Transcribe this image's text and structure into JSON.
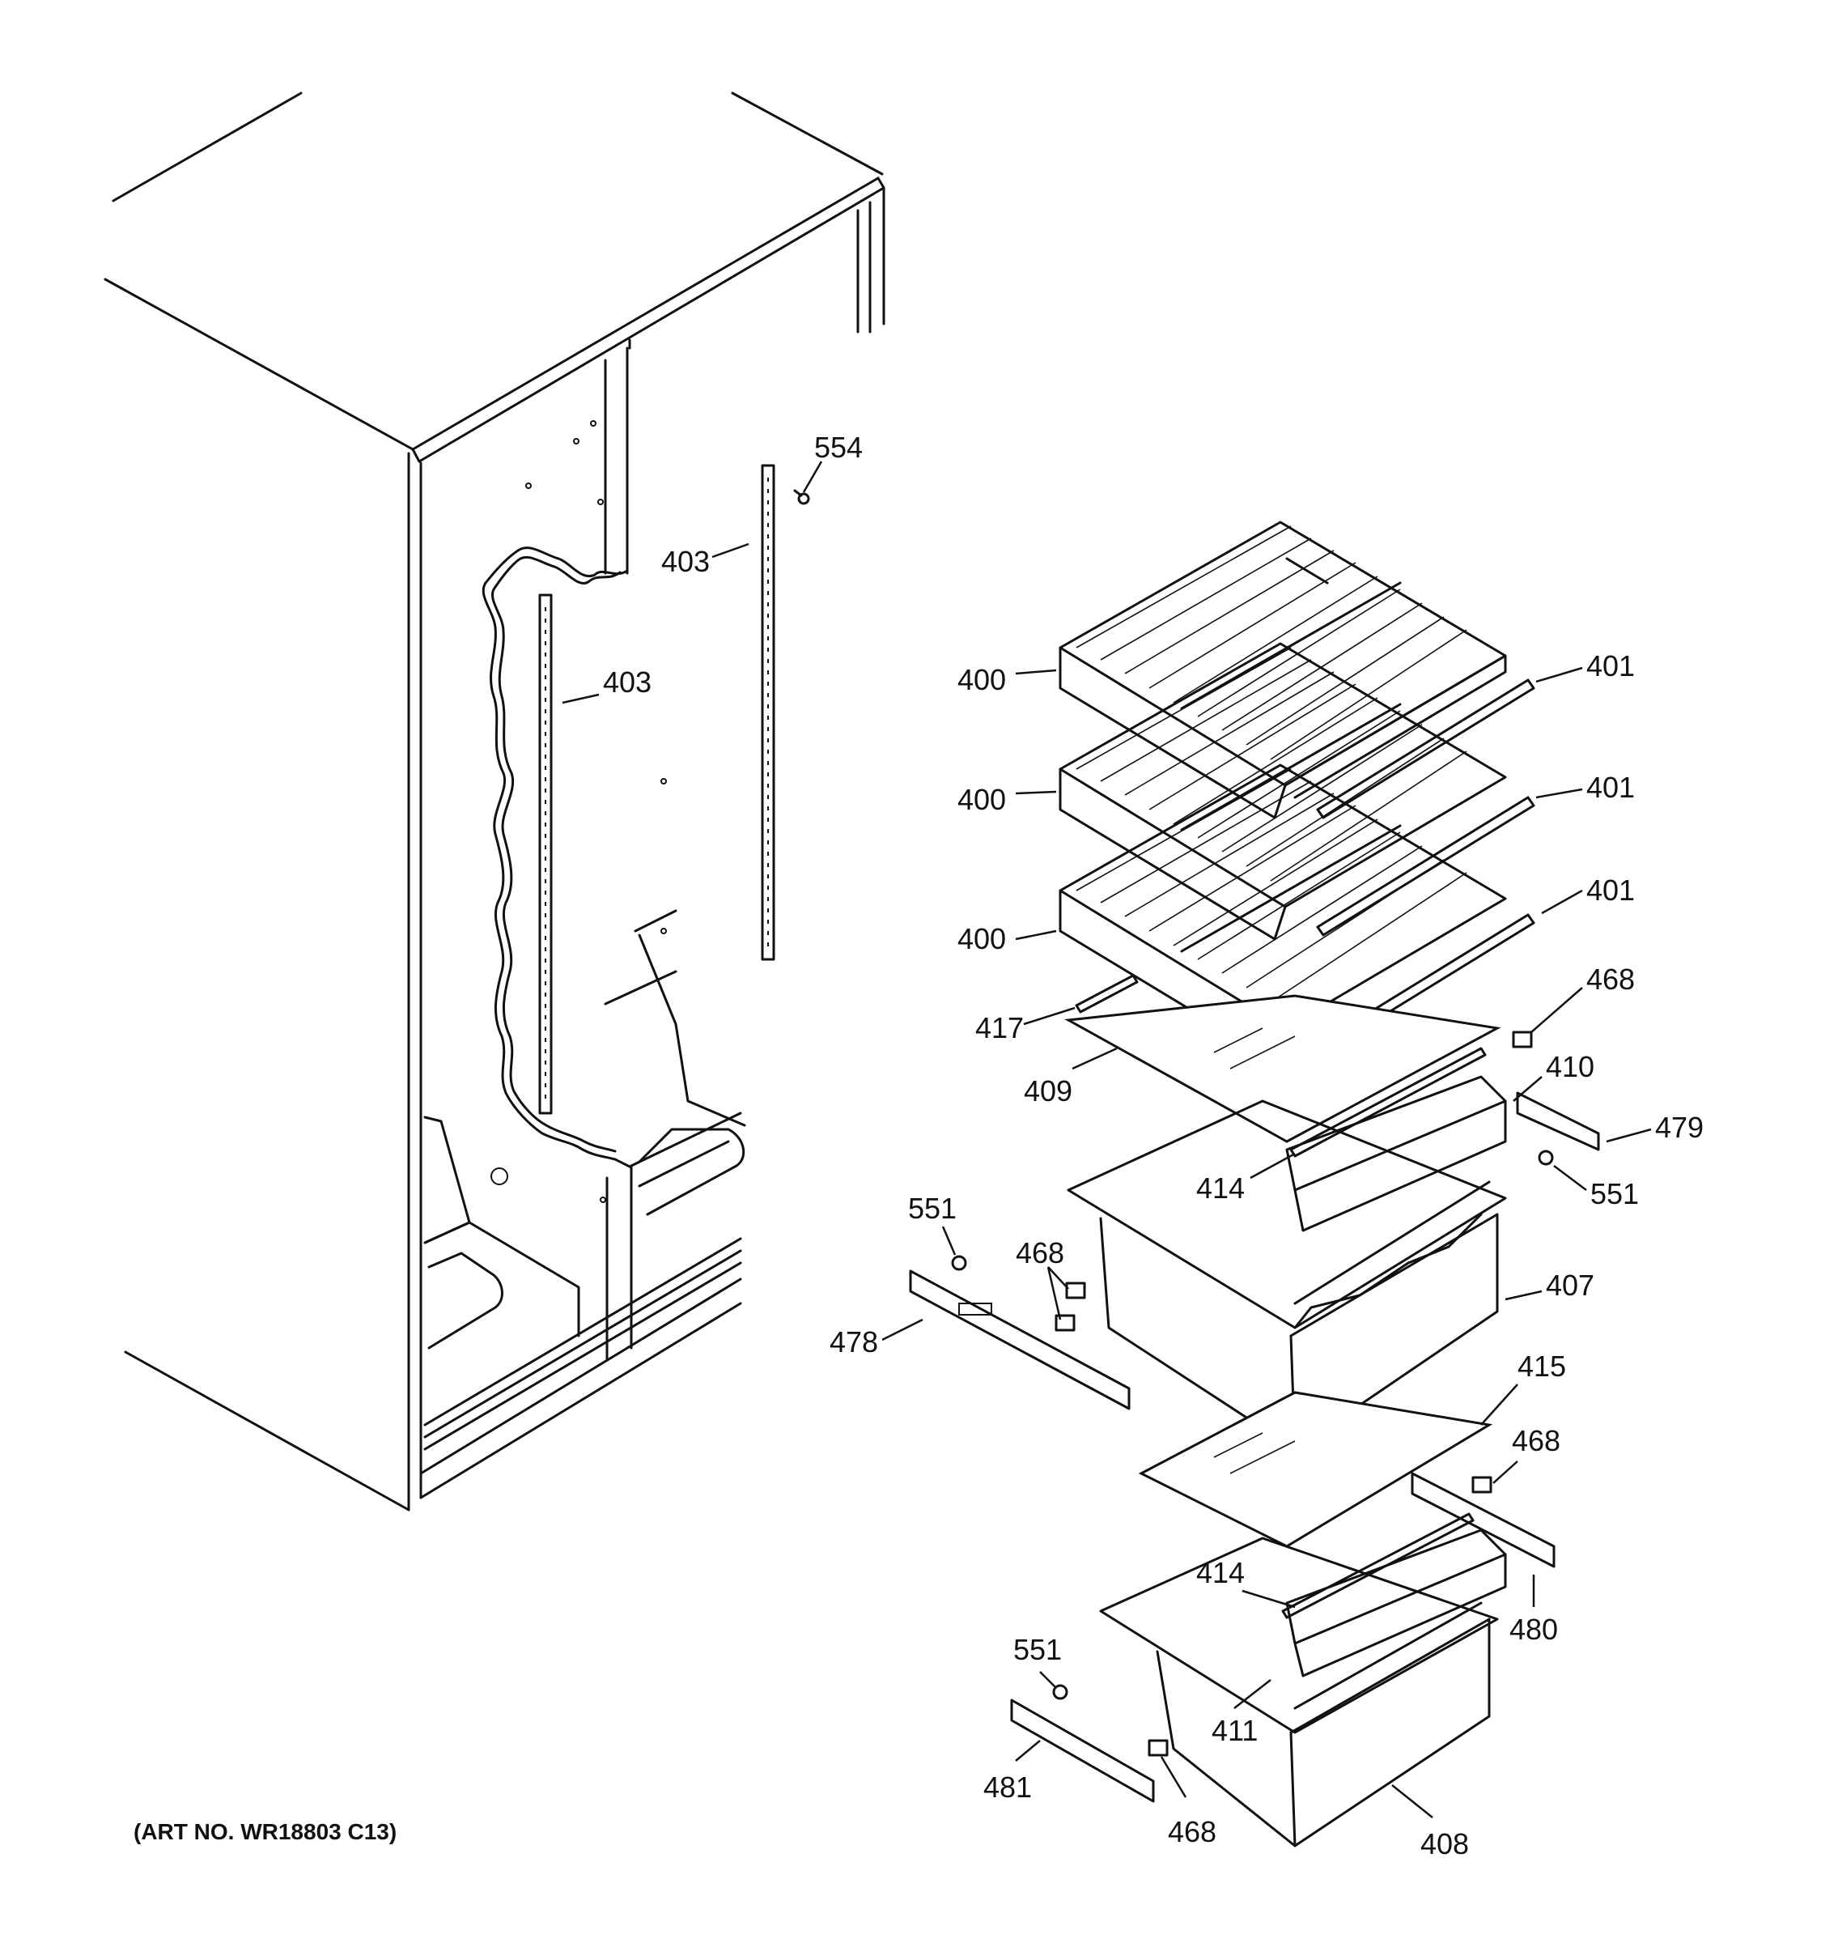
{
  "art_number": "(ART NO. WR18803 C13)",
  "callouts": [
    {
      "id": "c554",
      "text": "554"
    },
    {
      "id": "c403a",
      "text": "403"
    },
    {
      "id": "c403b",
      "text": "403"
    },
    {
      "id": "c400a",
      "text": "400"
    },
    {
      "id": "c400b",
      "text": "400"
    },
    {
      "id": "c400c",
      "text": "400"
    },
    {
      "id": "c401a",
      "text": "401"
    },
    {
      "id": "c401b",
      "text": "401"
    },
    {
      "id": "c401c",
      "text": "401"
    },
    {
      "id": "c468a",
      "text": "468"
    },
    {
      "id": "c417",
      "text": "417"
    },
    {
      "id": "c409",
      "text": "409"
    },
    {
      "id": "c410",
      "text": "410"
    },
    {
      "id": "c479",
      "text": "479"
    },
    {
      "id": "c414a",
      "text": "414"
    },
    {
      "id": "c551a",
      "text": "551"
    },
    {
      "id": "c551b",
      "text": "551"
    },
    {
      "id": "c468b",
      "text": "468"
    },
    {
      "id": "c407",
      "text": "407"
    },
    {
      "id": "c478",
      "text": "478"
    },
    {
      "id": "c415",
      "text": "415"
    },
    {
      "id": "c468c",
      "text": "468"
    },
    {
      "id": "c414b",
      "text": "414"
    },
    {
      "id": "c480",
      "text": "480"
    },
    {
      "id": "c551c",
      "text": "551"
    },
    {
      "id": "c411",
      "text": "411"
    },
    {
      "id": "c481",
      "text": "481"
    },
    {
      "id": "c468d",
      "text": "468"
    },
    {
      "id": "c408",
      "text": "408"
    }
  ]
}
